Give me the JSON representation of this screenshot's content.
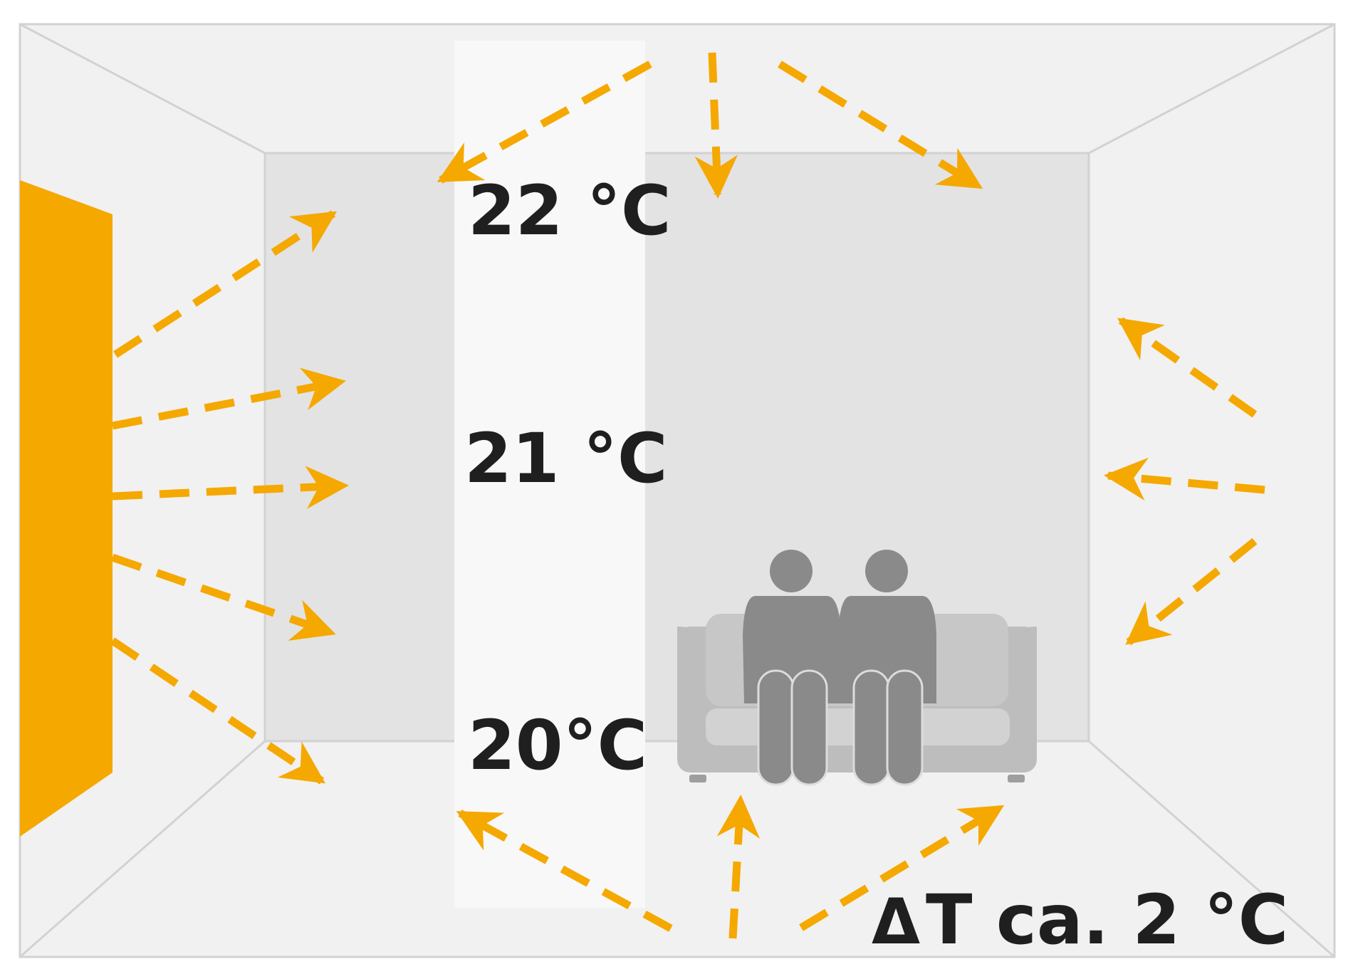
{
  "temperatures": {
    "top": "22 °C",
    "middle": "21 °C",
    "bottom": "20°C"
  },
  "delta": {
    "symbol": "Δ",
    "text": "T ca. 2 °C"
  },
  "colors": {
    "accent_orange": "#f5a800",
    "room_outer": "#f1f1f1",
    "back_wall": "#e3e3e3",
    "highlight_strip": "#f8f8f8",
    "sofa": "#bdbdbd",
    "people": "#8a8a8a",
    "text": "#1f1f1f"
  },
  "icons": [
    "heating-panel-icon",
    "sofa-icon",
    "person-icon",
    "heat-radiation-arrow-icon"
  ]
}
